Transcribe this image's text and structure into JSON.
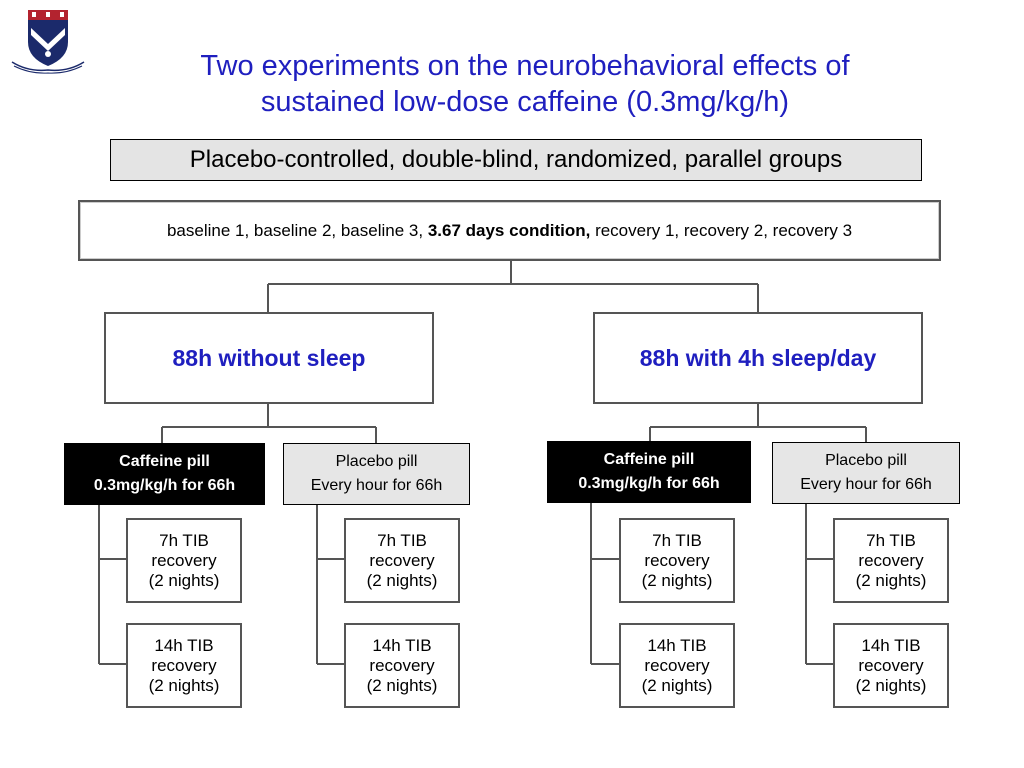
{
  "title": {
    "line1": "Two experiments on the neurobehavioral effects of",
    "line2": "sustained low-dose caffeine (0.3mg/kg/h)"
  },
  "subtitle": "Placebo-controlled, double-blind, randomized, parallel groups",
  "conditions": {
    "before": "baseline 1, baseline 2, baseline 3,",
    "bold": "3.67 days condition,",
    "after": "recovery 1, recovery 2, recovery 3"
  },
  "logo": {
    "icon": "university-shield-icon",
    "colors": {
      "navy": "#1b2a6b",
      "red": "#b3232f"
    }
  },
  "experiments": [
    {
      "protocol": "88h without sleep",
      "caffeine": {
        "line1": "Caffeine pill",
        "line2": "0.3mg/kg/h for 66h"
      },
      "placebo": {
        "line1": "Placebo pill",
        "line2": "Every hour for 66h"
      },
      "caffeine_recovery": [
        {
          "line1": "7h TIB",
          "line2": "recovery",
          "line3": "(2 nights)"
        },
        {
          "line1": "14h TIB",
          "line2": "recovery",
          "line3": "(2 nights)"
        }
      ],
      "placebo_recovery": [
        {
          "line1": "7h TIB",
          "line2": "recovery",
          "line3": "(2 nights)"
        },
        {
          "line1": "14h TIB",
          "line2": "recovery",
          "line3": "(2 nights)"
        }
      ]
    },
    {
      "protocol": "88h with 4h sleep/day",
      "caffeine": {
        "line1": "Caffeine pill",
        "line2": "0.3mg/kg/h for 66h"
      },
      "placebo": {
        "line1": "Placebo pill",
        "line2": "Every hour for 66h"
      },
      "caffeine_recovery": [
        {
          "line1": "7h TIB",
          "line2": "recovery",
          "line3": "(2 nights)"
        },
        {
          "line1": "14h TIB",
          "line2": "recovery",
          "line3": "(2 nights)"
        }
      ],
      "placebo_recovery": [
        {
          "line1": "7h TIB",
          "line2": "recovery",
          "line3": "(2 nights)"
        },
        {
          "line1": "14h TIB",
          "line2": "recovery",
          "line3": "(2 nights)"
        }
      ]
    }
  ],
  "colors": {
    "title": "#1f1fbf",
    "protocol": "#1f1fbf",
    "banner": "#e4e4e4",
    "placebo_fill": "#e6e6e6",
    "caffeine_fill": "#000000"
  }
}
